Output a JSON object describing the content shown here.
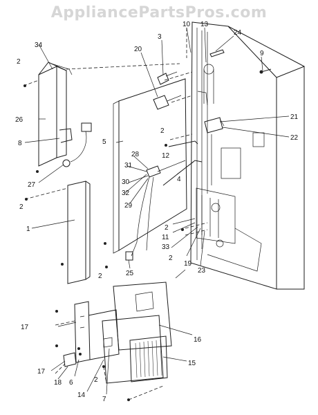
{
  "watermark": "AppliancePartsPros.com",
  "labels": {
    "p1": "1",
    "p2a": "2",
    "p2b": "2",
    "p2c": "2",
    "p2d": "2",
    "p2e": "2",
    "p2f": "2",
    "p2g": "2",
    "p3": "3",
    "p4": "4",
    "p5": "5",
    "p6": "6",
    "p7": "7",
    "p8": "8",
    "p9": "9",
    "p10": "10",
    "p11": "11",
    "p12": "12",
    "p13": "13",
    "p14": "14",
    "p15": "15",
    "p16": "16",
    "p17a": "17",
    "p17b": "17",
    "p18": "18",
    "p19": "19",
    "p20": "20",
    "p21": "21",
    "p22": "22",
    "p23": "23",
    "p24": "24",
    "p25": "25",
    "p26": "26",
    "p27": "27",
    "p28": "28",
    "p29": "29",
    "p30": "30",
    "p31": "31",
    "p32": "32",
    "p33": "33",
    "p34": "34"
  }
}
